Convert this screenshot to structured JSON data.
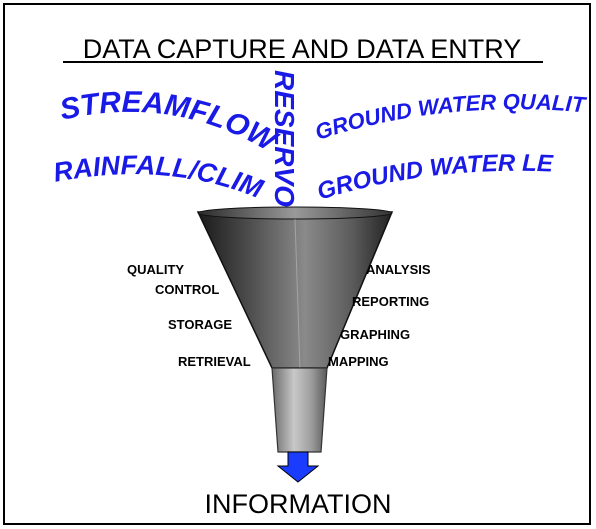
{
  "title": "DATA CAPTURE AND DATA ENTRY",
  "inputs": {
    "streamflow": "STREAMFLOW",
    "reservoir": "RESERVOIR",
    "groundwater_quality": "GROUND WATER QUALITY",
    "rainfall_climate": "RAINFALL/CLIMATE",
    "groundwater_levels": "GROUND WATER LEVELS"
  },
  "left_processes": [
    "QUALITY",
    "CONTROL",
    "STORAGE",
    "RETRIEVAL"
  ],
  "right_processes": [
    "ANALYSIS",
    "REPORTING",
    "GRAPHING",
    "MAPPING"
  ],
  "output": "INFORMATION",
  "colors": {
    "input_text": "#1a1ae6",
    "arrow": "#1a3cff"
  }
}
